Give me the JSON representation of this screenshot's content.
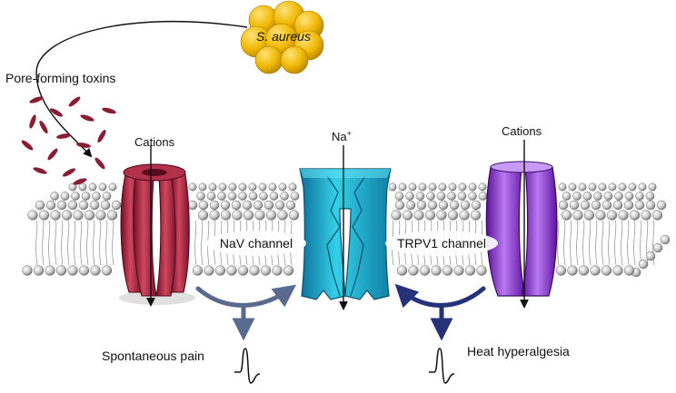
{
  "labels": {
    "bacterium": "S. aureus",
    "toxins": "Pore-forming toxins",
    "cations_left": "Cations",
    "na": "Na",
    "na_sup": "+",
    "cations_right": "Cations",
    "nav_channel": "NaV channel",
    "trpv1_channel": "TRPV1 channel",
    "spontaneous_pain": "Spontaneous pain",
    "heat_hyperalgesia": "Heat hyperalgesia"
  },
  "colors": {
    "bacterium": "#e8b500",
    "toxin": "#8a1d33",
    "pore": "#a3223d",
    "nav": "#1aa9c8",
    "trpv1": "#8a2be2",
    "arrow_left": "#5a6a8e",
    "arrow_right": "#25327a",
    "lipid_head": "#bdbdbd"
  }
}
